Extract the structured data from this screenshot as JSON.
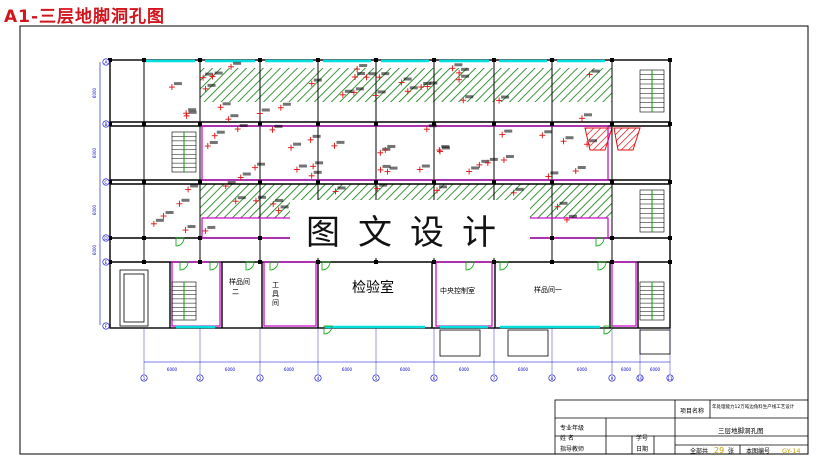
{
  "drawing": {
    "title": "A1-三层地脚洞孔图",
    "watermark": "图文设计",
    "rooms": {
      "lab": "检验室",
      "control": "中央控制室",
      "sample": "样品间一",
      "sample2_a": "样品间",
      "sample2_b": "二",
      "tool_a": "工",
      "tool_b": "具",
      "tool_c": "间"
    },
    "axis_letters": [
      "A",
      "B",
      "C",
      "D",
      "E",
      "F"
    ],
    "axis_numbers": [
      "1",
      "2",
      "3",
      "4",
      "5",
      "6",
      "7",
      "8",
      "9",
      "10",
      "11"
    ],
    "dims_bottom": [
      "6000",
      "6000",
      "6000",
      "6000",
      "6000",
      "6000",
      "6000",
      "6000",
      "6000",
      "6000"
    ],
    "dims_left": [
      "6000",
      "6000",
      "6000",
      "6000"
    ]
  },
  "title_block": {
    "project_name_label": "项目名称",
    "project_name": "年处理能力12万吨边角料生产线工艺设计",
    "major_label": "专业年级",
    "name_label": "姓 名",
    "student_no_label": "学号",
    "teacher_label": "指导教师",
    "date_label": "日期",
    "drawing_name": "三层地脚洞孔图",
    "total_label": "全部共",
    "total_value": "29",
    "sheet_unit": "张",
    "sheet_no_label": "本图编号",
    "sheet_no_value": "GY-14"
  },
  "colors": {
    "wall": "#000000",
    "dim": "#0000c8",
    "hatch": "#008000",
    "accent": "#d4141c",
    "room": "#cc00cc",
    "cyan": "#00e0e0",
    "door": "#00a000"
  }
}
